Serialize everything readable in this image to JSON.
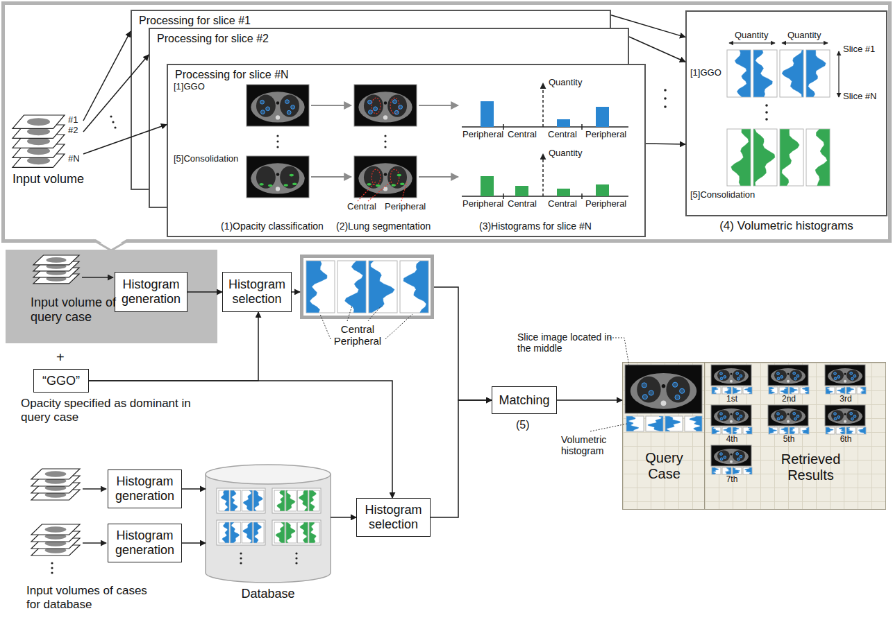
{
  "diagram": {
    "nodes": [
      {
        "text": [
          "Input volume"
        ]
      },
      {
        "text": [
          "Processing for slice #1"
        ]
      },
      {
        "text": [
          "Processing for slice #2"
        ]
      },
      {
        "text": [
          "Processing for slice #N"
        ]
      },
      {
        "text": [
          "(4) Volumetric histograms"
        ]
      },
      {
        "text": [
          "Input volume of query case"
        ]
      },
      {
        "text": [
          "Histogram generation"
        ],
        "in": 5
      },
      {
        "text": [
          "Histogram selection"
        ]
      },
      {
        "text": [
          "Central",
          "Peripheral"
        ]
      },
      {
        "text": [
          "“GGO”"
        ]
      },
      {
        "text": [
          "Matching"
        ]
      },
      {
        "text": [
          "Query Case"
        ]
      },
      {
        "text": [
          "Retrieved Results"
        ]
      },
      {
        "text": [
          "1st"
        ],
        "in": 12
      },
      {
        "text": [
          "2nd"
        ],
        "in": 12
      },
      {
        "text": [
          "3rd"
        ],
        "in": 12
      },
      {
        "text": [
          "4th"
        ],
        "in": 12
      },
      {
        "text": [
          "5th"
        ],
        "in": 12
      },
      {
        "text": [
          "6th"
        ],
        "in": 12
      },
      {
        "text": [
          "7th"
        ],
        "in": 12
      },
      {
        "text": [
          "Histogram generation"
        ]
      },
      {
        "text": [
          "Histogram generation"
        ]
      },
      {
        "text": [
          "Database"
        ]
      },
      {
        "text": [
          "Histogram selection"
        ]
      }
    ],
    "edges": [
      {
        "from": 0,
        "to": 1,
        "arrow": "to"
      },
      {
        "from": 0,
        "to": 2,
        "arrow": "to"
      },
      {
        "from": 0,
        "to": 3,
        "arrow": "to"
      },
      {
        "from": 1,
        "to": 4,
        "arrow": "to"
      },
      {
        "from": 2,
        "to": 4,
        "arrow": "to"
      },
      {
        "from": 3,
        "to": 4,
        "arrow": "to"
      },
      {
        "from": 6,
        "to": 7,
        "arrow": "to"
      },
      {
        "from": 7,
        "to": 8,
        "arrow": "to"
      },
      {
        "from": 8,
        "to": 10,
        "arrow": "to"
      },
      {
        "from": 9,
        "to": 7,
        "arrow": "to"
      },
      {
        "from": 9,
        "to": 23,
        "arrow": "to"
      },
      {
        "from": 10,
        "to": 11,
        "arrow": "to"
      },
      {
        "from": 20,
        "to": 22,
        "arrow": "to"
      },
      {
        "from": 21,
        "to": 22,
        "arrow": "to"
      },
      {
        "from": 22,
        "to": 23,
        "arrow": "to"
      },
      {
        "from": 23,
        "to": 10,
        "arrow": "to"
      }
    ],
    "labels": [
      "#1",
      "#2",
      "#N",
      "[1]GGO",
      "[5]Consolidation",
      "Central",
      "Peripheral",
      "(1)Opacity classification",
      "(2)Lung segmentation",
      "(3)Histograms for slice #N",
      "Quantity",
      "Peripheral",
      "Central",
      "Central",
      "Peripheral",
      "Quantity",
      "Peripheral",
      "Central",
      "Central",
      "Peripheral",
      "[1]GGO",
      "Quantity",
      "Quantity",
      "Slice #1",
      "Slice #N",
      "[5]Consolidation",
      "+",
      "Opacity specified as dominant in query case",
      "(5)",
      "Slice image located in the middle",
      "Volumetric histogram",
      "Input volumes of cases for database"
    ]
  }
}
